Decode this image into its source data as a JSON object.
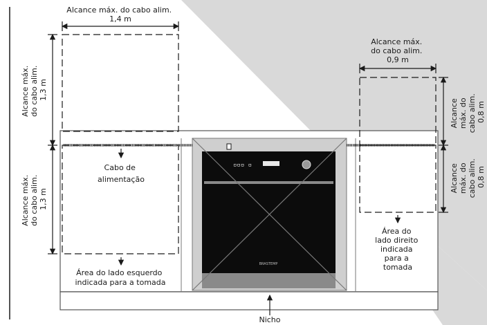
{
  "labels": {
    "top_left_reach": [
      "Alcance máx. do cabo alim.",
      "1,4 m"
    ],
    "top_right_reach": [
      "Alcance máx.",
      "do cabo alim.",
      "0,9 m"
    ],
    "left_upper_reach": [
      "Alcance máx.",
      "do cabo alim.",
      "1,3 m"
    ],
    "left_lower_reach": [
      "Alcance máx.",
      "do cabo alim.",
      "1,3 m"
    ],
    "right_upper_reach": [
      "Alcance",
      "máx. do",
      "cabo alim.",
      "0,8 m"
    ],
    "right_lower_reach": [
      "Alcance",
      "máx. do",
      "cabo alim.",
      "0,8 m"
    ],
    "power_cable": [
      "Cabo de",
      "alimentação"
    ],
    "left_area": [
      "Área do lado esquerdo",
      "indicada para a tomada"
    ],
    "right_area": [
      "Área do",
      "lado direito",
      "indicada",
      "para a",
      "tomada"
    ],
    "niche": "Nicho",
    "brand": "BRASTEMP"
  },
  "colors": {
    "background_band": "#d9d9d9",
    "oven_body": "#0c0c0c",
    "oven_trim": "#8a8a8a",
    "line": "#1a1a1a"
  }
}
